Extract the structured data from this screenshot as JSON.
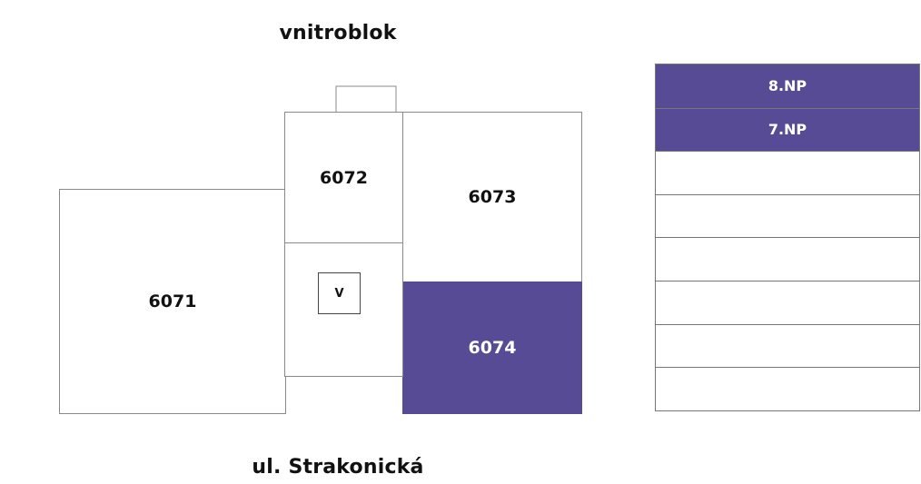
{
  "labels": {
    "top": "vnitroblok",
    "bottom": "ul. Strakonická"
  },
  "units": [
    {
      "id": "6071",
      "label": "6071",
      "active": false
    },
    {
      "id": "6072",
      "label": "6072",
      "active": false
    },
    {
      "id": "6073",
      "label": "6073",
      "active": false
    },
    {
      "id": "6074",
      "label": "6074",
      "active": true
    }
  ],
  "stair_marker": "V",
  "floors": [
    {
      "label": "8.NP",
      "active": true
    },
    {
      "label": "7.NP",
      "active": true
    },
    {
      "label": "",
      "active": false
    },
    {
      "label": "",
      "active": false
    },
    {
      "label": "",
      "active": false
    },
    {
      "label": "",
      "active": false
    },
    {
      "label": "",
      "active": false
    },
    {
      "label": "",
      "active": false
    }
  ],
  "colors": {
    "active": "#574b96",
    "outline": "#8a8a8a",
    "text": "#111111"
  }
}
